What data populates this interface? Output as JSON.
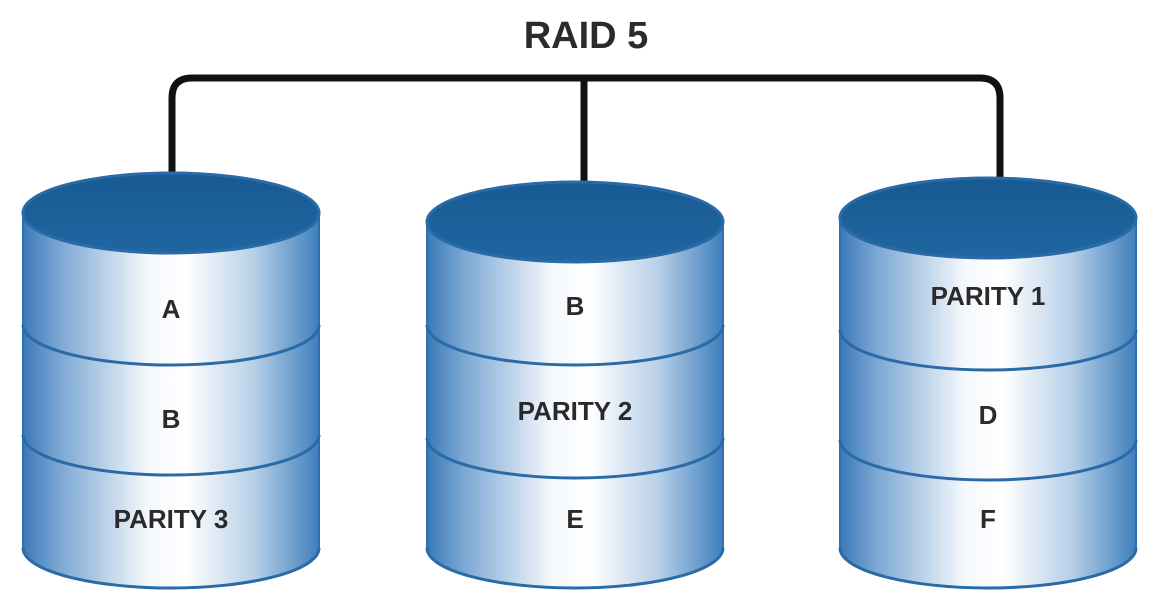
{
  "title": "RAID 5",
  "colors": {
    "background": "#ffffff",
    "disk_top": "#1a5d94",
    "disk_edge": "#2a6aa6",
    "disk_body_dark": "#3f7fbc",
    "disk_body_light": "#ffffff",
    "connector": "#111111",
    "text": "#2a2a2a"
  },
  "disks": [
    {
      "segments": [
        "A",
        "B",
        "PARITY 3"
      ]
    },
    {
      "segments": [
        "B",
        "PARITY 2",
        "E"
      ]
    },
    {
      "segments": [
        "PARITY 1",
        "D",
        "F"
      ]
    }
  ]
}
